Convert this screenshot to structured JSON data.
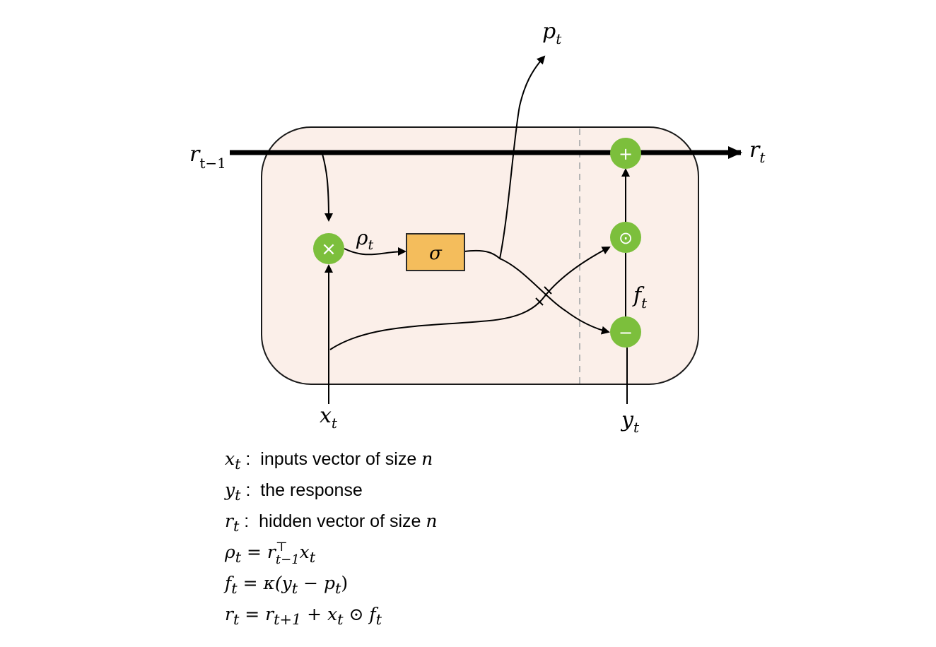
{
  "colors": {
    "panel_fill": "#fbefe9",
    "panel_stroke": "#1a1a1a",
    "operator_fill": "#7cbf3c",
    "sigma_box_fill": "#f4bd5c",
    "sigma_box_stroke": "#2a2a2a",
    "dashed_line": "#b5b5b5",
    "line": "#000000"
  },
  "diagram": {
    "labels": {
      "r_prev": "r",
      "r_prev_sub": "t−1",
      "r_out": "r",
      "r_out_sub": "t",
      "p_out": "p",
      "p_out_sub": "t",
      "rho": "ρ",
      "rho_sub": "t",
      "sigma": "σ",
      "f": "f",
      "f_sub": "t",
      "x_in": "x",
      "x_in_sub": "t",
      "y_in": "y",
      "y_in_sub": "t"
    },
    "operators": {
      "multiply": "×",
      "plus": "+",
      "hadamard": "⊙",
      "minus": "−"
    }
  },
  "legend": [
    {
      "sym": "x",
      "sub": "t",
      "sep": " :  ",
      "text": "inputs vector of size ",
      "var": "n"
    },
    {
      "sym": "y",
      "sub": "t",
      "sep": " :  ",
      "text": "the response",
      "var": ""
    },
    {
      "sym": "r",
      "sub": "t",
      "sep": " :  ",
      "text": "hidden vector of size ",
      "var": "n"
    }
  ],
  "equations": {
    "rho": {
      "lhs": "ρ",
      "lhs_sub": "t",
      "eq": " = ",
      "r": "r",
      "r_sup": "⊤",
      "r_sub": "t−1",
      "x": "x",
      "x_sub": "t"
    },
    "f": {
      "lhs": "f",
      "lhs_sub": "t",
      "eq": " = ",
      "kappa": "κ(",
      "y": "y",
      "y_sub": "t",
      "minus": " − ",
      "p": "p",
      "p_sub": "t",
      "close": ")"
    },
    "r": {
      "lhs": "r",
      "lhs_sub": "t",
      "eq": " = ",
      "r": "r",
      "r_sub": "t+1",
      "plus": " + ",
      "x": "x",
      "x_sub": "t",
      "odot": " ⊙ ",
      "f": "f",
      "f_sub": "t"
    }
  }
}
